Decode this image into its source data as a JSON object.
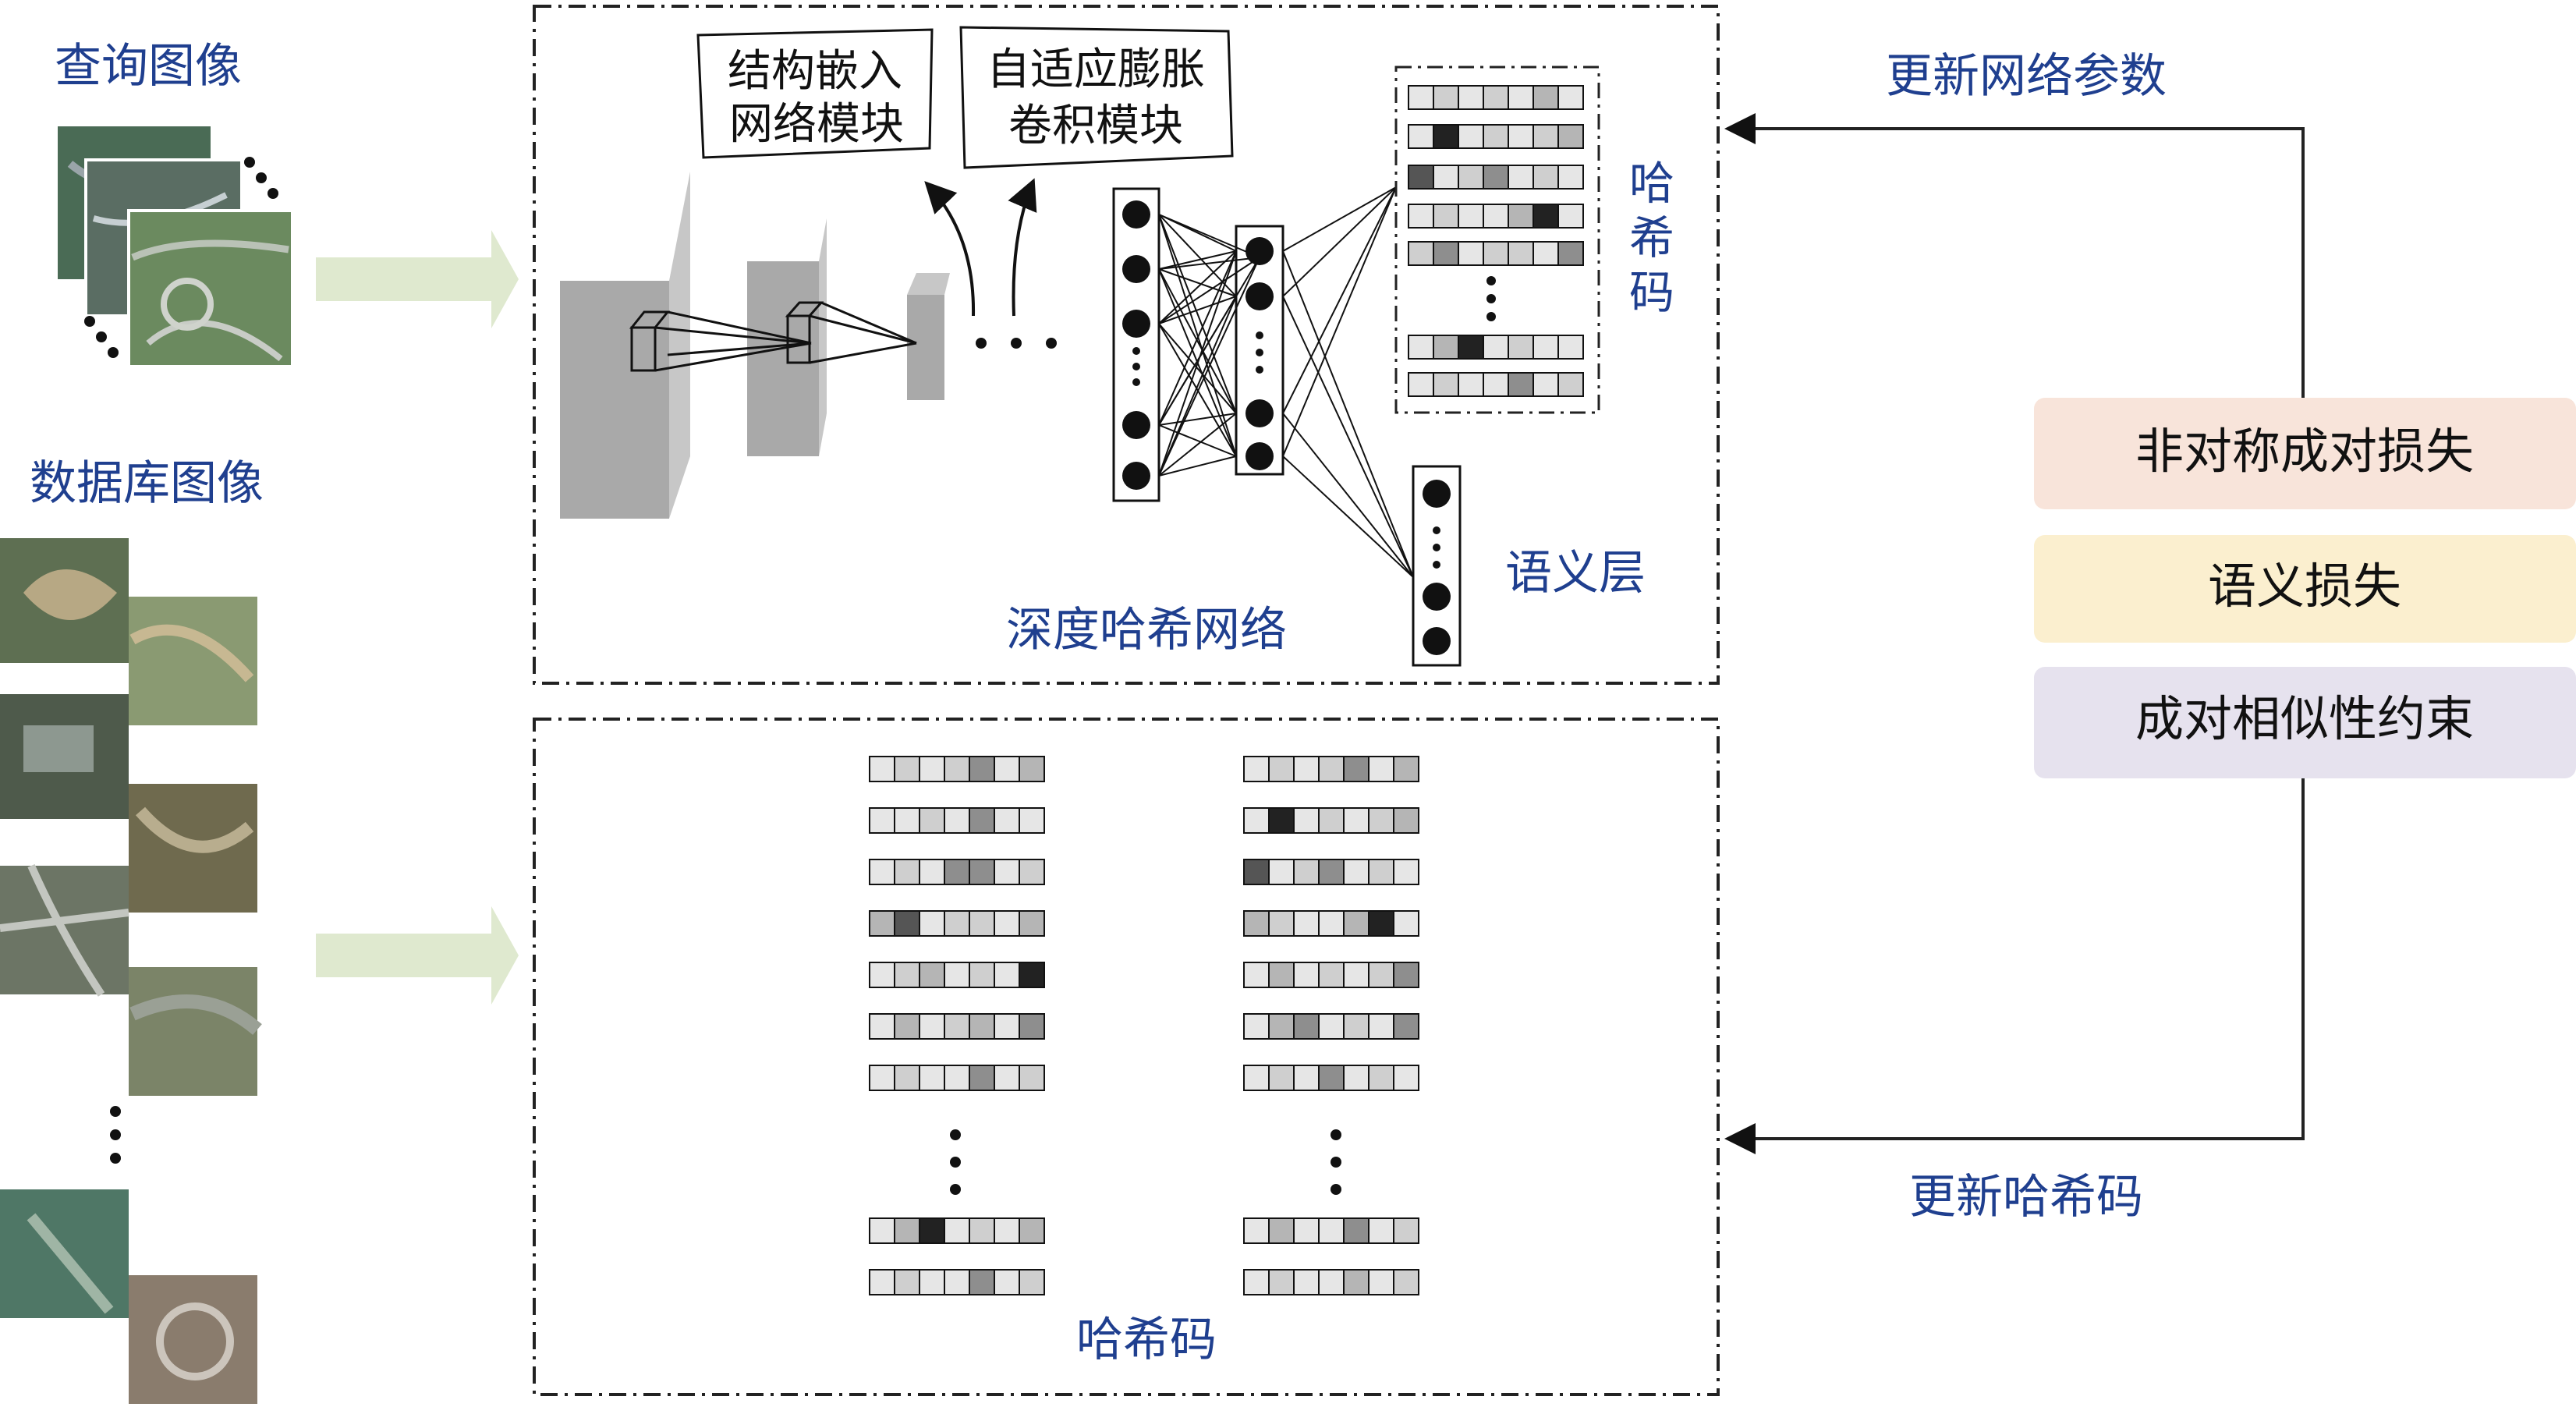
{
  "labels": {
    "query_images": "查询图像",
    "database_images": "数据库图像",
    "structure_module": [
      "结构嵌入",
      "网络模块"
    ],
    "adaptive_module": [
      "自适应膨胀",
      "卷积模块"
    ],
    "hash_code_side": [
      "哈",
      "希",
      "码"
    ],
    "semantic_layer": "语义层",
    "deep_hash_network": "深度哈希网络",
    "hash_code_bottom": "哈希码",
    "update_params": "更新网络参数",
    "update_hash": "更新哈希码"
  },
  "losses": [
    {
      "label": "非对称成对损失",
      "color": "#f8e4da"
    },
    {
      "label": "语义损失",
      "color": "#fbefcf"
    },
    {
      "label": "成对相似性约束",
      "color": "#e6e2ee"
    }
  ],
  "colors": {
    "label_blue": "#1f3f8f",
    "arrow_green": "#dfe9cf",
    "layer_gray": "#a9a9a9"
  },
  "icons": [
    "arrow-right-icon",
    "neuron-dot-icon",
    "satellite-thumbnail-icon"
  ]
}
